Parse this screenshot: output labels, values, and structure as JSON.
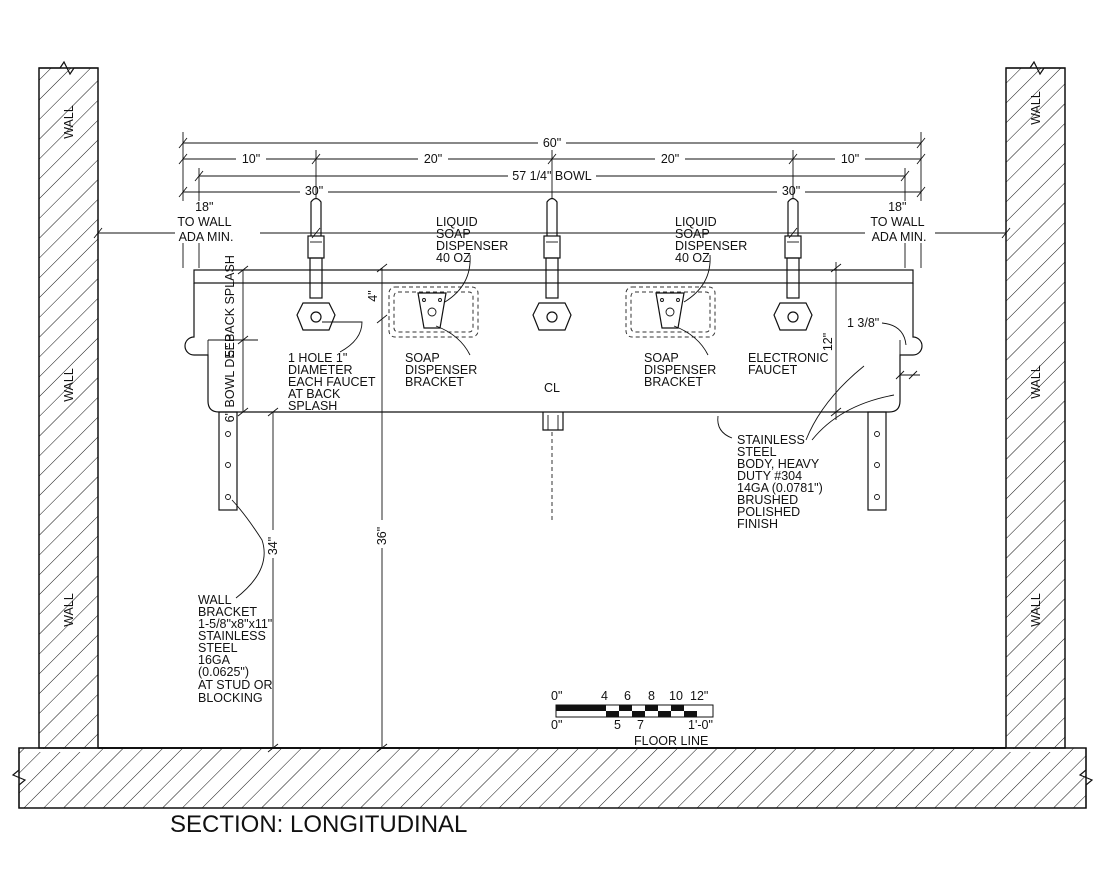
{
  "title": "SECTION: LONGITUDINAL",
  "walls": {
    "left": "WALL",
    "right": "WALL"
  },
  "dimensions": {
    "overall": "60\"",
    "side_left": "10\"",
    "mid_left": "20\"",
    "mid_right": "20\"",
    "side_right": "10\"",
    "bowl": "57 1/4\" BOWL",
    "faucet_left": "30\"",
    "faucet_right": "30\"",
    "to_wall_left": [
      "18\"",
      "TO WALL",
      "ADA MIN."
    ],
    "to_wall_right": [
      "18\"",
      "TO WALL",
      "ADA MIN."
    ],
    "backsplash": "5\" BACK SPLASH",
    "backsplash_gap": "4\"",
    "bowl_deep": "6\" BOWL DEEP",
    "rim_height": "34\"",
    "spout_height": "36\"",
    "front_height": "12\"",
    "edge": "1 3/8\""
  },
  "callouts": {
    "soap_left": [
      "LIQUID",
      "SOAP",
      "DISPENSER",
      "40 OZ"
    ],
    "soap_right": [
      "LIQUID",
      "SOAP",
      "DISPENSER",
      "40 OZ"
    ],
    "bracket_left": [
      "SOAP",
      "DISPENSER",
      "BRACKET"
    ],
    "bracket_right": [
      "SOAP",
      "DISPENSER",
      "BRACKET"
    ],
    "faucet_hole": [
      "1 HOLE 1\"",
      "DIAMETER",
      "EACH FAUCET",
      "AT BACK",
      "SPLASH"
    ],
    "electronic_faucet": [
      "ELECTRONIC",
      "FAUCET"
    ],
    "body": [
      "STAINLESS",
      "STEEL",
      "BODY, HEAVY",
      "DUTY #304",
      "14GA (0.0781\")",
      "BRUSHED",
      "POLISHED",
      "FINISH"
    ],
    "wall_bracket": [
      "WALL",
      "BRACKET",
      "1-5/8\"x8\"x11\"",
      "STAINLESS",
      "STEEL",
      "16GA",
      "(0.0625\")",
      "AT STUD OR",
      "BLOCKING"
    ],
    "centerline": "CL"
  },
  "scale_bar": {
    "top_labels": [
      "0\"",
      "4",
      "6",
      "8",
      "10",
      "12\""
    ],
    "bottom_labels": [
      "0\"",
      "5",
      "7",
      "1'-0\""
    ],
    "floor_label": "FLOOR LINE"
  }
}
